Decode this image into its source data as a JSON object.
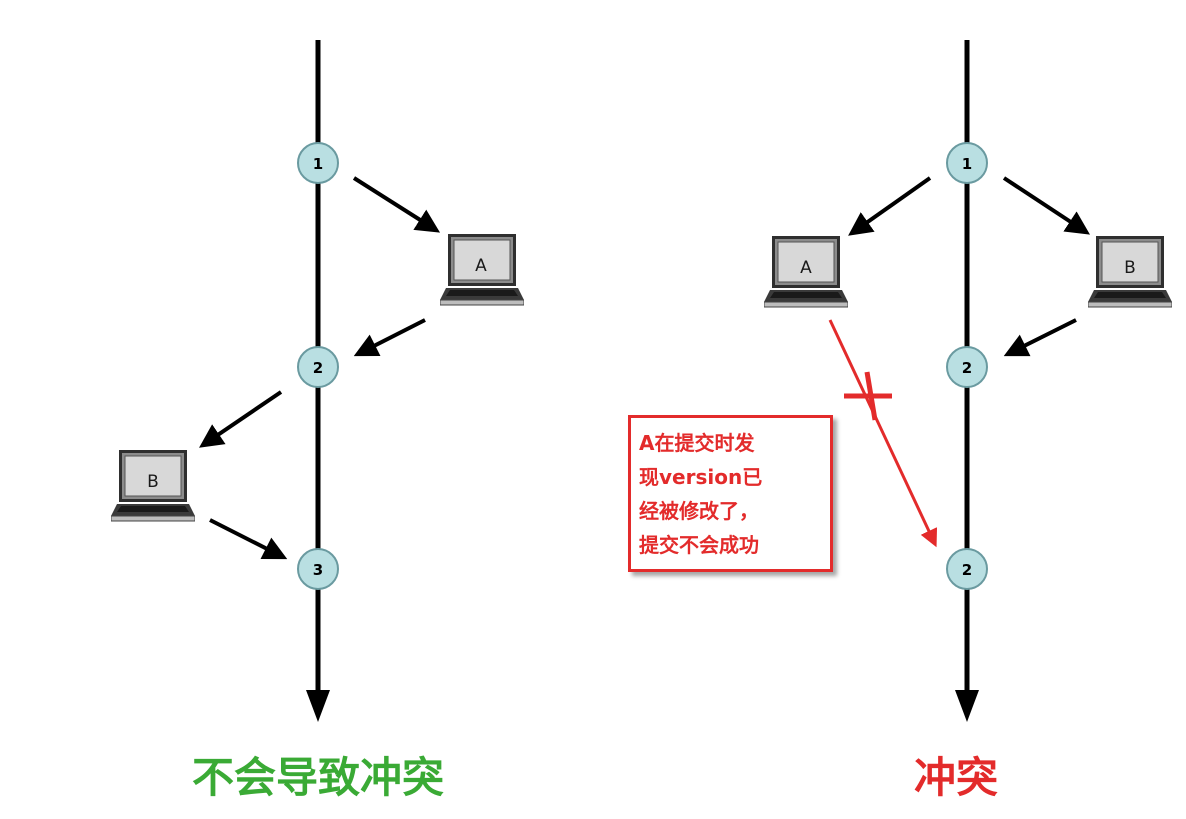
{
  "left": {
    "caption": "不会导致冲突",
    "nodes": [
      "1",
      "2",
      "3"
    ],
    "laptops": [
      "A",
      "B"
    ]
  },
  "right": {
    "caption": "冲突",
    "nodes": [
      "1",
      "2",
      "2"
    ],
    "laptops": [
      "A",
      "B"
    ],
    "note": {
      "lines": [
        "A在提交时发",
        "现version已",
        "经被修改了，",
        "提交不会成功"
      ]
    }
  },
  "colors": {
    "ok_caption": "#3aaa35",
    "conflict": "#e32b2b",
    "node_fill": "#b9dfe2",
    "node_stroke": "#6a9aa0",
    "timeline": "#000000"
  },
  "icons": {
    "laptop": "laptop-icon",
    "conflict_mark": "cross-mark-icon"
  }
}
